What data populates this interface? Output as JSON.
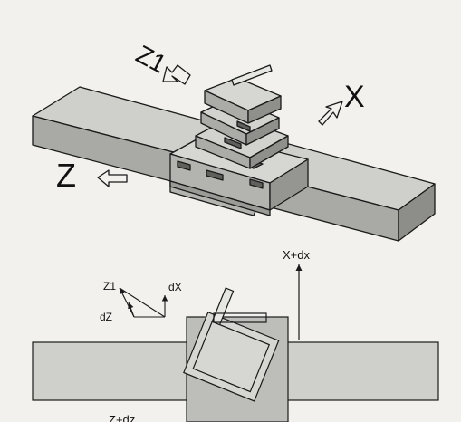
{
  "top_view": {
    "labels": {
      "z1": "Z1",
      "x": "X",
      "z": "Z"
    }
  },
  "plan_view": {
    "labels": {
      "x_dx": "X+dx",
      "z1": "Z1",
      "dx": "dX",
      "dz": "dZ",
      "z_dz": "Z+dz"
    }
  },
  "colors": {
    "face_top": "#cfcfcb",
    "face_front": "#a9a9a5",
    "face_side": "#8d8d89",
    "line": "#1a1a1a",
    "background": "#f2f1ee"
  }
}
